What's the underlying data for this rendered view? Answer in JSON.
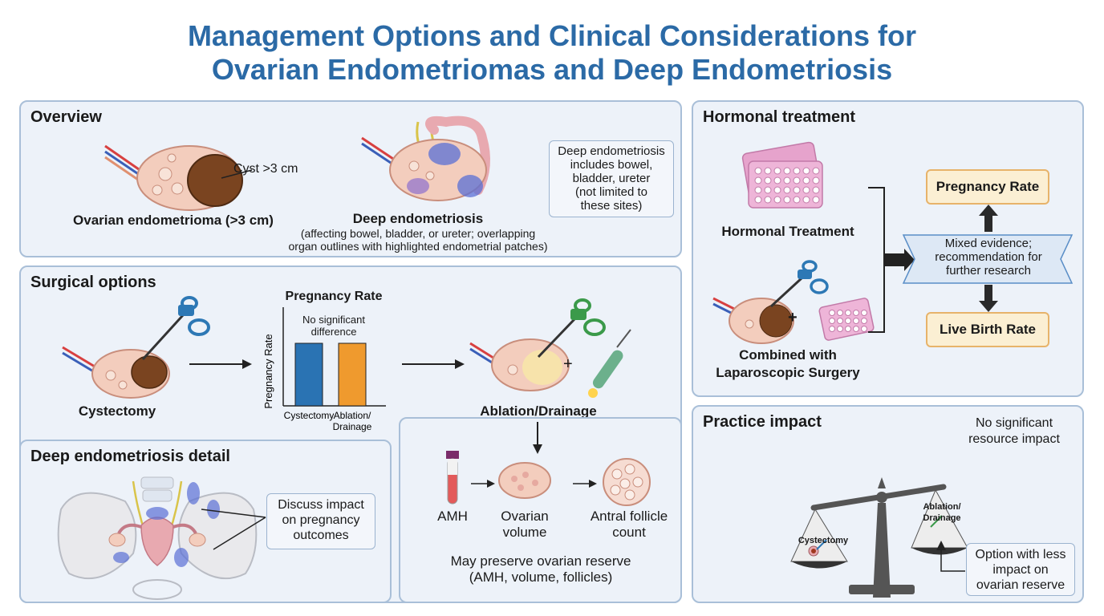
{
  "title": {
    "line1": "Management Options and Clinical Considerations for",
    "line2": "Ovarian Endometriomas and Deep Endometriosis"
  },
  "overview": {
    "heading": "Overview",
    "cyst_label": "Cyst >3 cm",
    "endometrioma_label": "Ovarian endometrioma (>3 cm)",
    "deep_label": "Deep endometriosis",
    "deep_caption_1": "(affecting bowel, bladder, or ureter; overlapping",
    "deep_caption_2": "organ outlines with highlighted endometrial patches)",
    "note_lines": [
      "Deep endometriosis",
      "includes bowel,",
      "bladder, ureter",
      "(not limited to",
      "these sites)"
    ]
  },
  "surgical": {
    "heading": "Surgical options",
    "cystectomy_label": "Cystectomy",
    "ablation_label": "Ablation/Drainage",
    "plus": "+",
    "markers": [
      "AMH",
      "Ovarian",
      "volume",
      "Antral follicle",
      "count"
    ],
    "preserve_1": "May preserve ovarian reserve",
    "preserve_2": "(AMH, volume, follicles)"
  },
  "chart_data": {
    "type": "bar",
    "title": "Pregnancy Rate",
    "ylabel": "Pregnancy Rate",
    "annotation_1": "No significant",
    "annotation_2": "difference",
    "categories": [
      "Cystectomy",
      "Ablation/\nDrainage"
    ],
    "category_lines": [
      [
        "Cystectomy"
      ],
      [
        "Ablation/",
        "Drainage"
      ]
    ],
    "values": [
      1,
      1
    ],
    "colors": [
      "#2a73b3",
      "#ef9a2e"
    ]
  },
  "deep_detail": {
    "heading": "Deep endometriosis detail",
    "note_lines": [
      "Discuss impact",
      "on pregnancy",
      "outcomes"
    ]
  },
  "hormonal": {
    "heading": "Hormonal treatment",
    "hormonal_label": "Hormonal Treatment",
    "combined_1": "Combined with",
    "combined_2": "Laparoscopic Surgery",
    "plus": "+",
    "pregnancy_rate": "Pregnancy Rate",
    "live_birth_rate": "Live Birth Rate",
    "evidence_lines": [
      "Mixed evidence;",
      "recommendation for",
      "further research"
    ]
  },
  "practice": {
    "heading": "Practice impact",
    "resource_1": "No significant",
    "resource_2": "resource impact",
    "left_pan": "Cystectomy",
    "right_pan_1": "Ablation/",
    "right_pan_2": "Drainage",
    "note_lines": [
      "Option with less",
      "impact on",
      "ovarian reserve"
    ]
  },
  "colors": {
    "title": "#2b6aa6",
    "panel_bg": "#edf2f9",
    "panel_border": "#a9bfd8",
    "cyst": "#7a4420",
    "ovary": "#f3cdbd",
    "lesion": "#5a6fd6",
    "badge_bg": "#fbefd3",
    "badge_border": "#e7b36a"
  }
}
